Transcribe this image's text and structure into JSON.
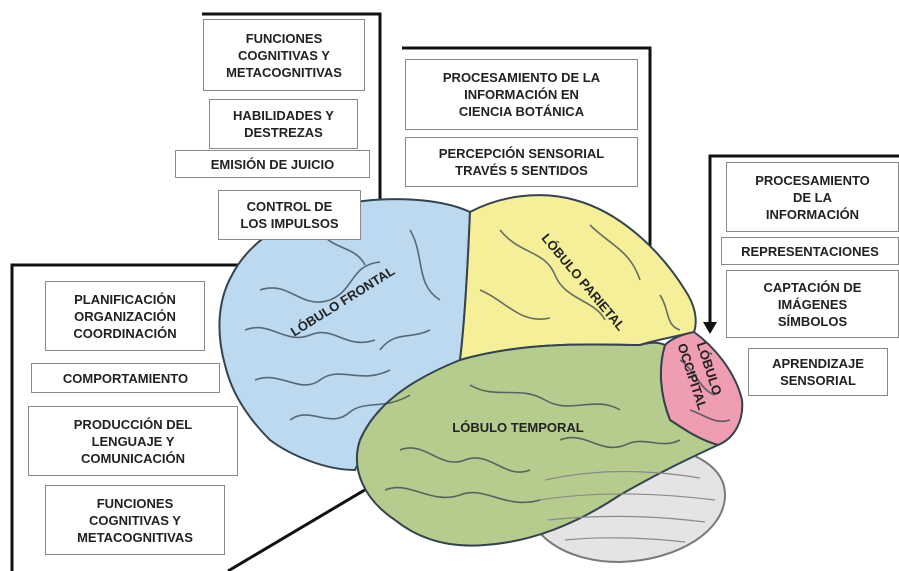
{
  "frontal_boxes": {
    "top_functions": "FUNCIONES\nCOGNITIVAS Y\nMETACOGNITIVAS",
    "skills": "HABILIDADES Y\nDESTREZAS",
    "judgment": "EMISIÓN DE JUICIO",
    "impulse_control": "CONTROL DE\nLOS IMPULSOS",
    "planning": "PLANIFICACIÓN\nORGANIZACIÓN\nCOORDINACIÓN",
    "behavior": "COMPORTAMIENTO",
    "language": "PRODUCCIÓN DEL\nLENGUAJE Y\nCOMUNICACIÓN",
    "bottom_functions": "FUNCIONES\nCOGNITIVAS Y\nMETACOGNITIVAS"
  },
  "parietal_boxes": {
    "botany": "PROCESAMIENTO DE LA\nINFORMACIÓN EN\nCIENCIA BOTÁNICA",
    "senses": "PERCEPCIÓN SENSORIAL\nTRAVÉS 5 SENTIDOS"
  },
  "occipital_boxes": {
    "processing": "PROCESAMIENTO\nDE LA\nINFORMACIÓN",
    "representations": "REPRESENTACIONES",
    "images": "CAPTACIÓN DE\nIMÁGENES\nSÍMBOLOS",
    "learning": "APRENDIZAJE\nSENSORIAL"
  },
  "lobes": {
    "frontal": "LÓBULO FRONTAL",
    "parietal": "LÓBULO PARIETAL",
    "occipital_line1": "LÓBULO",
    "occipital_line2": "OCCIPITAL",
    "temporal": "LÓBULO TEMPORAL"
  },
  "colors": {
    "frontal": "#bcd9ef",
    "parietal": "#f5ef9a",
    "occipital": "#ef9db0",
    "temporal": "#b6cc8e",
    "cerebellum": "#e4e4e4",
    "sulci": "#34434e",
    "leader_lines": "#111111"
  }
}
